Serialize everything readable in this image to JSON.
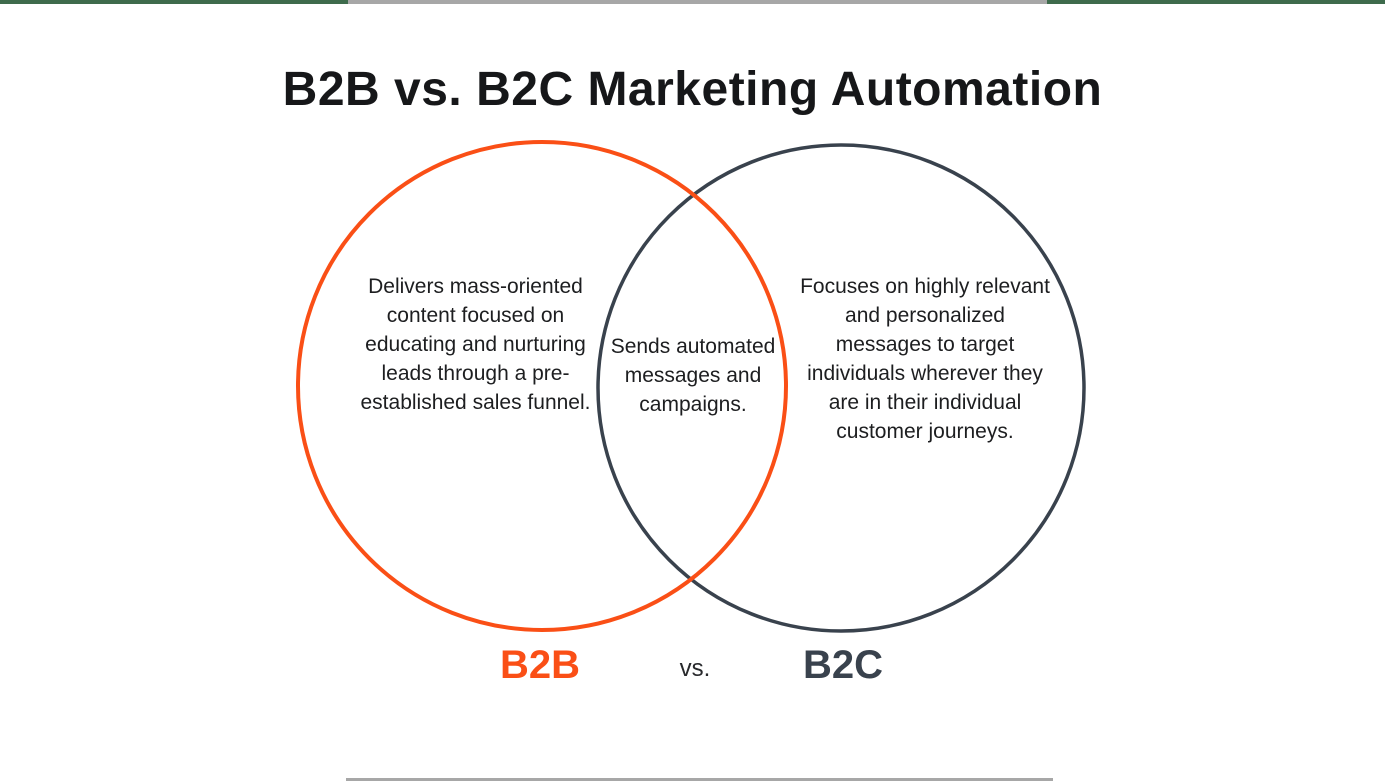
{
  "page": {
    "title": "B2B vs. B2C Marketing Automation"
  },
  "colors": {
    "left_circle": "#FA4F16",
    "right_circle": "#39424D",
    "top_bar_green": "#3E6B4C",
    "rule_gray": "#A7A7A7",
    "body_text": "#1D1E20"
  },
  "venn": {
    "left": {
      "label": "B2B",
      "description": "Delivers mass-oriented content focused on educating and nurturing leads through a pre-established sales funnel."
    },
    "overlap": {
      "description": "Sends automated messages and campaigns."
    },
    "right": {
      "label": "B2C",
      "description": "Focuses on highly relevant and personalized messages to target individuals wherever they are in their individual customer journeys."
    },
    "separator_label": "vs."
  }
}
